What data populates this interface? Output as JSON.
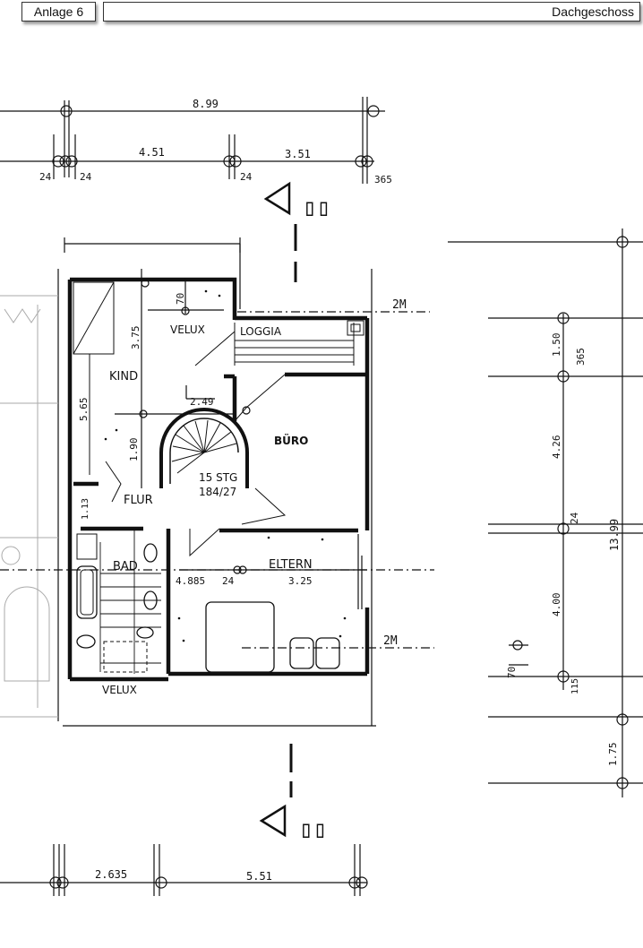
{
  "header": {
    "attachment_label": "Anlage 6",
    "floor_title": "Dachgeschoss"
  },
  "dimensions": {
    "top_total": "8.99",
    "top_left": "4.51",
    "top_right": "3.51",
    "top_wall_a": "24",
    "top_wall_b": "24",
    "top_wall_c": "24",
    "top_wall_d": "365",
    "right_total": "13.99",
    "right_1": "1.50",
    "right_2": "365",
    "right_3": "4.26",
    "right_4": "24",
    "right_5": "4.00",
    "right_6": "70",
    "right_7": "115",
    "right_8": "1.75",
    "inner_375": "3.75",
    "inner_70": "70",
    "inner_565": "5.65",
    "inner_249": "2.49",
    "inner_190": "1.90",
    "inner_113": "1.13",
    "inner_4885": "4.885",
    "inner_24": "24",
    "inner_325": "3.25",
    "bottom_left": "2.635",
    "bottom_right": "5.51"
  },
  "rooms": {
    "kind": "KIND",
    "loggia": "LOGGIA",
    "velux_top": "VELUX",
    "buero": "BÜRO",
    "flur": "FLUR",
    "bad": "BAD",
    "eltern": "ELTERN",
    "velux_bottom": "VELUX",
    "stairs_line1": "15 STG",
    "stairs_line2": "184/27"
  },
  "section_marks": {
    "top_right": "2M",
    "bottom_right": "2M"
  }
}
